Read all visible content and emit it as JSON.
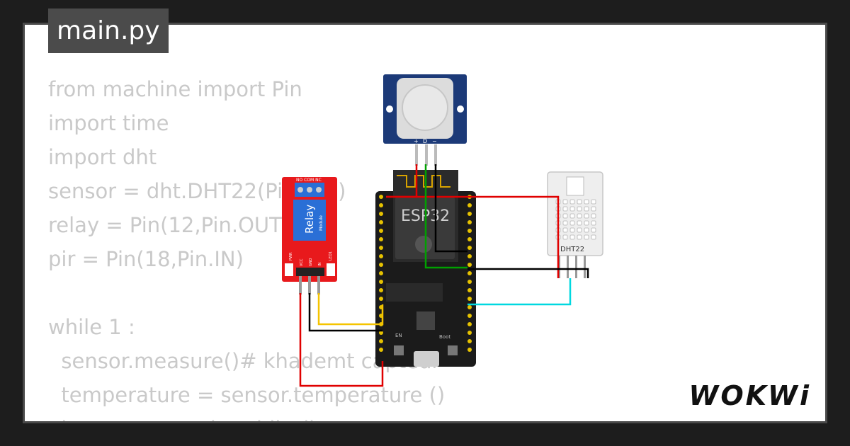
{
  "tab": {
    "label": "main.py"
  },
  "code": {
    "lines": [
      "from machine import Pin",
      "import time",
      "import dht",
      "sensor = dht.DHT22(Pin(13))",
      "relay = Pin(12,Pin.OUT)",
      "pir = Pin(18,Pin.IN)",
      "",
      "while 1 :",
      "  sensor.measure()# khademt capteur",
      "  temperature = sensor.temperature ()",
      "  hum = sensor.humidity()"
    ]
  },
  "components": {
    "esp32": {
      "label": "ESP32",
      "boot_label": "Boot",
      "en_label": "EN"
    },
    "relay": {
      "label": "Relay",
      "sublabel": "Module",
      "terminals": "NO COM NC",
      "pins": [
        "VCC",
        "GND",
        "IN"
      ],
      "power_label": "PWR",
      "led_label": "LED1"
    },
    "dht22": {
      "label": "DHT22"
    },
    "pir": {
      "pins": [
        "+",
        "D",
        "−"
      ]
    }
  },
  "brand": {
    "logo": "WOKWi"
  },
  "colors": {
    "background": "#1d1d1d",
    "card": "#ffffff",
    "tab": "#4b4b4b",
    "code_text": "#c9c9c9",
    "wire_red": "#e00000",
    "wire_black": "#000000",
    "wire_green": "#00a000",
    "wire_yellow": "#f5c400",
    "wire_cyan": "#00d8e0",
    "esp_board": "#1b1b1b",
    "relay_board": "#e8191c",
    "pir_board": "#1c3a78"
  }
}
